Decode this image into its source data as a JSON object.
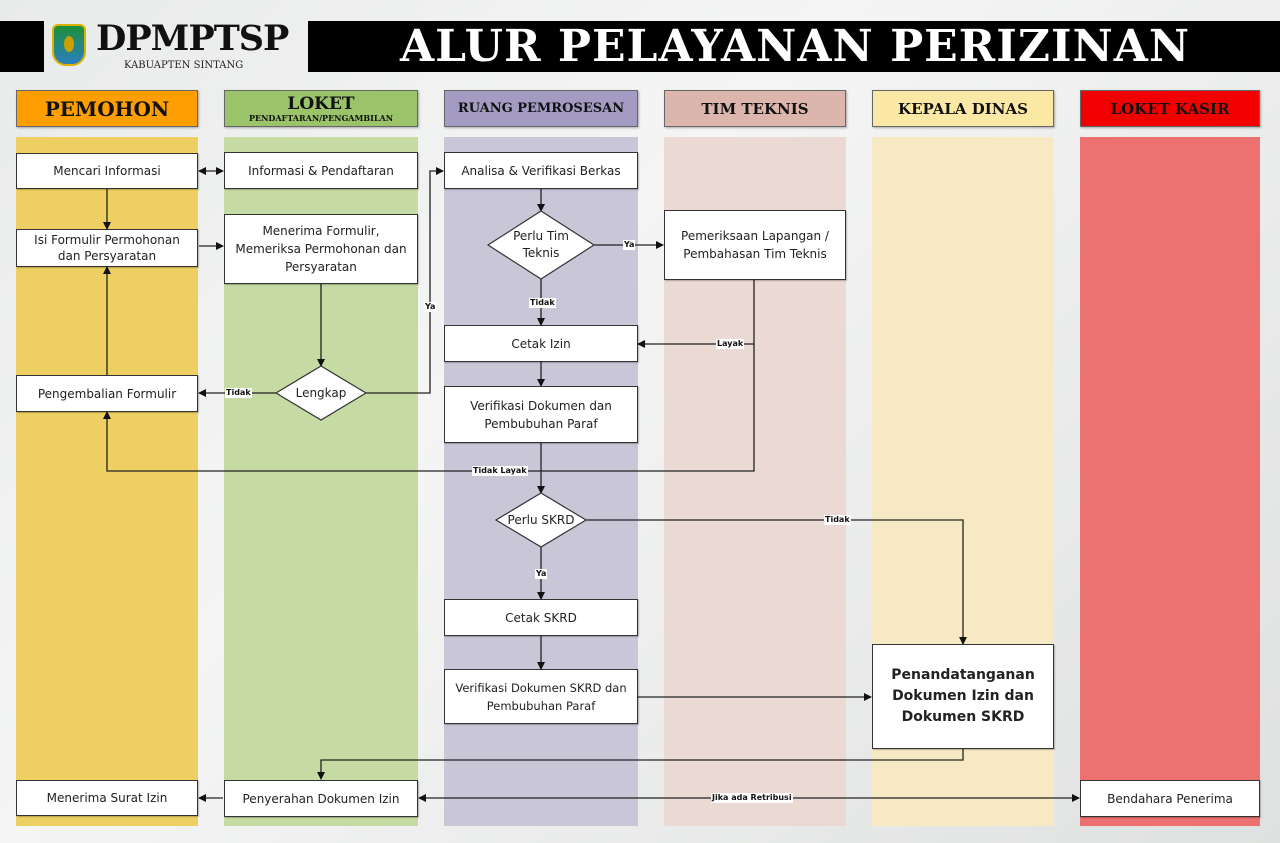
{
  "header": {
    "brand": "DPMPTSP",
    "brand_subtitle": "KABUAPTEN SINTANG",
    "title": "ALUR PELAYANAN PERIZINAN"
  },
  "lanes": [
    {
      "id": "pemohon",
      "label": "PEMOHON",
      "sublabel": "",
      "header_color": "#ff9e00",
      "body_color": "#edcf62"
    },
    {
      "id": "loket",
      "label": "LOKET",
      "sublabel": "PENDAFTARAN/PENGAMBILAN",
      "header_color": "#9ac36a",
      "body_color": "#c6dba4"
    },
    {
      "id": "ruang",
      "label": "RUANG PEMROSESAN",
      "sublabel": "",
      "header_color": "#a49bc3",
      "body_color": "#c9c6d8"
    },
    {
      "id": "tim",
      "label": "TIM TEKNIS",
      "sublabel": "",
      "header_color": "#dcb5ad",
      "body_color": "#eadad3"
    },
    {
      "id": "kepala",
      "label": "KEPALA DINAS",
      "sublabel": "",
      "header_color": "#fbe8a4",
      "body_color": "#f6e9c3"
    },
    {
      "id": "kasir",
      "label": "LOKET KASIR",
      "sublabel": "",
      "header_color": "#f20000",
      "body_color": "#ee7171"
    }
  ],
  "nodes": {
    "mencari_informasi": "Mencari Informasi",
    "isi_formulir": "Isi Formulir Permohonan dan Persyaratan",
    "pengembalian_formulir": "Pengembalian Formulir",
    "menerima_surat_izin": "Menerima Surat Izin",
    "informasi_pendaftaran": "Informasi & Pendaftaran",
    "menerima_formulir": "Menerima Formulir, Memeriksa Permohonan dan Persyaratan",
    "lengkap": "Lengkap",
    "penyerahan_dokumen": "Penyerahan Dokumen Izin",
    "analisa_verifikasi": "Analisa & Verifikasi Berkas",
    "perlu_tim_teknis": "Perlu Tim Teknis",
    "cetak_izin": "Cetak Izin",
    "verifikasi_dokumen": "Verifikasi Dokumen dan Pembubuhan Paraf",
    "perlu_skrd": "Perlu SKRD",
    "cetak_skrd": "Cetak SKRD",
    "verifikasi_skrd": "Verifikasi Dokumen SKRD dan Pembubuhan Paraf",
    "pemeriksaan_lapangan": "Pemeriksaan Lapangan / Pembahasan Tim Teknis",
    "penandatanganan": "Penandatanganan Dokumen Izin dan Dokumen SKRD",
    "bendahara": "Bendahara Penerima"
  },
  "edge_labels": {
    "lengkap_tidak": "Tidak",
    "lengkap_ya": "Ya",
    "tim_ya": "Ya",
    "tim_tidak": "Tidak",
    "layak": "Layak",
    "tidak_layak": "Tidak Layak",
    "skrd_tidak": "Tidak",
    "skrd_ya": "Ya",
    "retribusi": "Jika ada Retribusi"
  }
}
